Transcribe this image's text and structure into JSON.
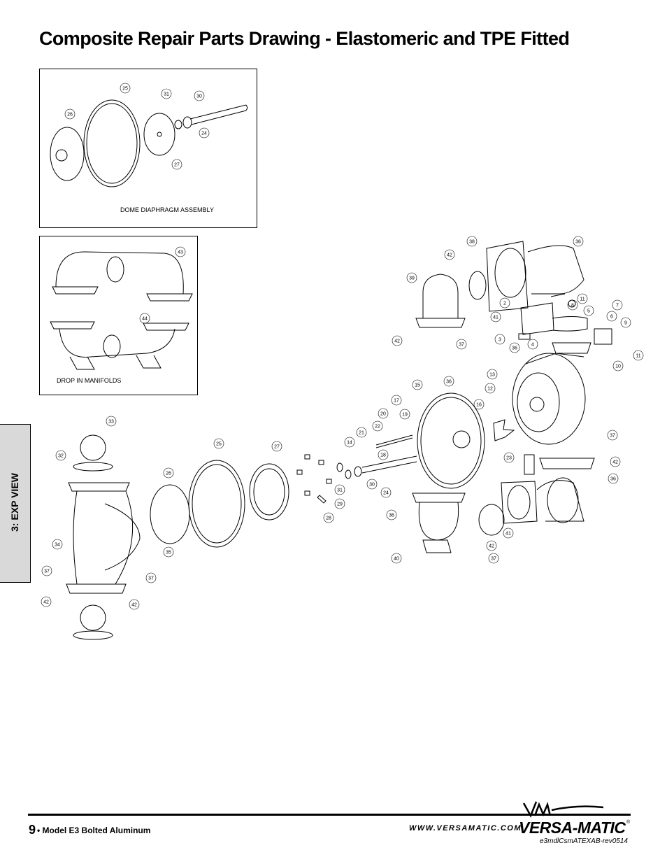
{
  "page": {
    "title": "Composite Repair Parts Drawing - Elastomeric and TPE Fitted",
    "side_tab": "3: EXP VIEW"
  },
  "dome_box": {
    "label": "DOME DIAPHRAGM ASSEMBLY",
    "callouts": [
      "25",
      "26",
      "31",
      "30",
      "24",
      "27"
    ]
  },
  "manifold_box": {
    "label": "DROP IN MANIFOLDS",
    "callouts": [
      "43",
      "44"
    ]
  },
  "main_callouts": [
    "33",
    "32",
    "34",
    "37",
    "42",
    "42",
    "26",
    "35",
    "37",
    "25",
    "27",
    "14",
    "31",
    "29",
    "28",
    "30",
    "24",
    "21",
    "22",
    "20",
    "19",
    "17",
    "18",
    "15",
    "36",
    "16",
    "13",
    "12",
    "36",
    "37",
    "42",
    "36",
    "23",
    "41",
    "40",
    "42",
    "37",
    "38",
    "42",
    "39",
    "36",
    "11",
    "8",
    "5",
    "7",
    "6",
    "9",
    "2",
    "41",
    "3",
    "37",
    "42",
    "36",
    "4",
    "10",
    "11"
  ],
  "footer": {
    "page_number": "9",
    "model": "• Model E3 Bolted Aluminum",
    "website": "WWW.VERSAMATIC.COM",
    "brand": "VERSA-MATIC",
    "registered": "®",
    "doc_id": "e3mdlCsmATEXAB-rev0514"
  }
}
